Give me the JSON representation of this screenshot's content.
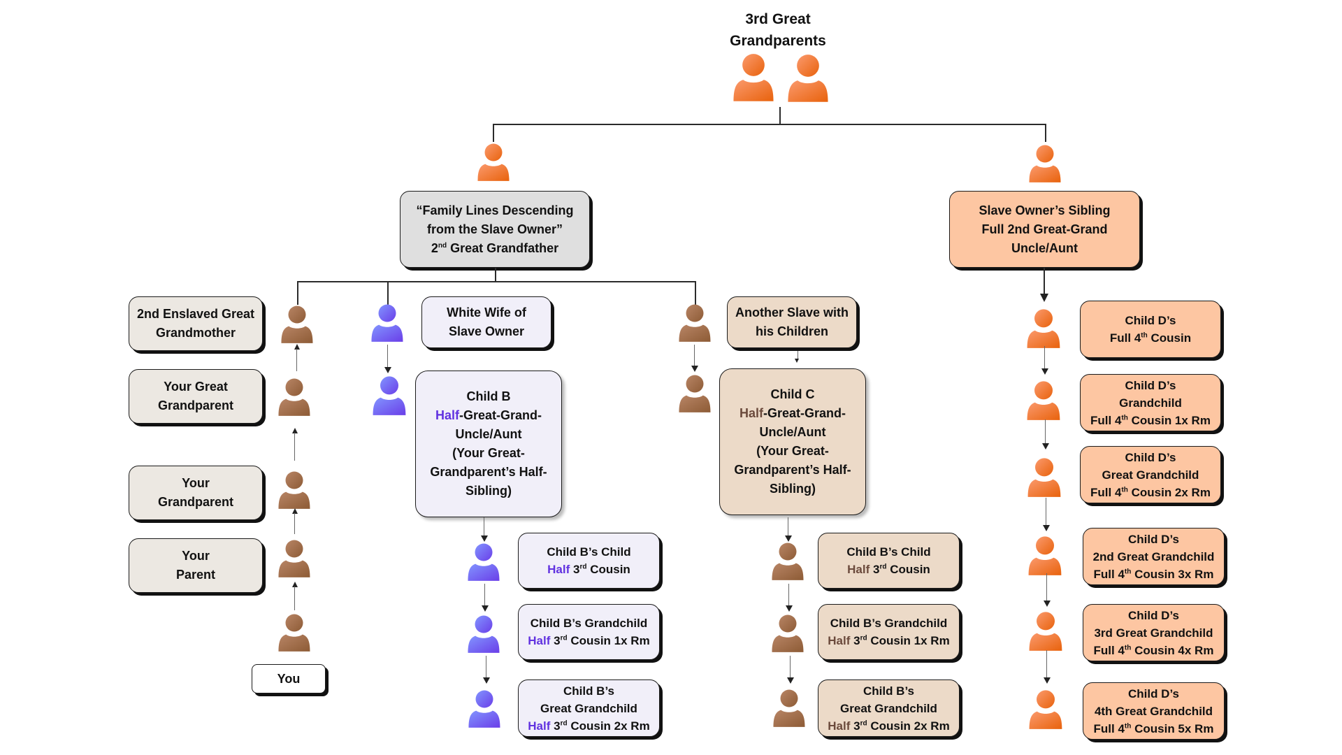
{
  "title": {
    "line1": "3rd Great",
    "line2": "Grandparents"
  },
  "colors": {
    "orange_person": "#f26a1f",
    "brown_person": "#9a6a47",
    "blue_person": "#6e6af5",
    "grey_box": "#dfdfdf",
    "peach_box": "#fdc6a2",
    "tan_box": "#ecdac8",
    "lavender_box": "#f1eff9",
    "half_blue_text": "#6132e0",
    "half_brown_text": "#6b4a3c"
  },
  "slave_owner_box": {
    "line1": "“Family Lines Descending",
    "line2": "from the Slave Owner”",
    "line3_prefix": "2",
    "line3_sup": "nd",
    "line3_rest": " Great Grandfather"
  },
  "sibling_box": {
    "line1": "Slave Owner’s Sibling",
    "line2": "Full 2nd Great-Grand",
    "line3": "Uncle/Aunt"
  },
  "direct_line": {
    "enslaved_gg": {
      "line1": "2nd Enslaved Great",
      "line2": "Grandmother"
    },
    "great_grandparent": {
      "line1": "Your Great",
      "line2": "Grandparent"
    },
    "grandparent": {
      "line1": "Your",
      "line2": "Grandparent"
    },
    "parent": {
      "line1": "Your",
      "line2": "Parent"
    },
    "you": "You"
  },
  "white_wife": {
    "line1": "White Wife of",
    "line2": "Slave Owner"
  },
  "child_b": {
    "line1": "Child B",
    "half": "Half",
    "line2_rest": "-Great-Grand-",
    "line3": "Uncle/Aunt",
    "line4": "(Your Great-",
    "line5": "Grandparent’s Half-",
    "line6": "Sibling)"
  },
  "child_b_descendants": [
    {
      "line1": "Child B’s Child",
      "half": "Half",
      "num": "3",
      "sup": "rd",
      "rest": " Cousin"
    },
    {
      "line1": "Child B’s Grandchild",
      "half": "Half",
      "num": "3",
      "sup": "rd",
      "rest": " Cousin 1x Rm"
    },
    {
      "line1": "Child B’s",
      "line1b": "Great Grandchild",
      "half": "Half",
      "num": "3",
      "sup": "rd",
      "rest": " Cousin 2x Rm"
    }
  ],
  "another_slave": {
    "line1": "Another Slave with",
    "line2": "his Children"
  },
  "child_c": {
    "line1": "Child C",
    "half": "Half",
    "line2_rest": "-Great-Grand-",
    "line3": "Uncle/Aunt",
    "line4": "(Your Great-",
    "line5": "Grandparent’s Half-",
    "line6": "Sibling)"
  },
  "child_c_descendants": [
    {
      "line1": "Child B’s Child",
      "half": "Half",
      "num": "3",
      "sup": "rd",
      "rest": " Cousin"
    },
    {
      "line1": "Child B’s Grandchild",
      "half": "Half",
      "num": "3",
      "sup": "rd",
      "rest": " Cousin 1x Rm"
    },
    {
      "line1": "Child B’s",
      "line1b": "Great Grandchild",
      "half": "Half",
      "num": "3",
      "sup": "rd",
      "rest": " Cousin 2x Rm"
    }
  ],
  "child_d_descendants": [
    {
      "line1": "Child D’s",
      "line2": "",
      "prefix": "Full 4",
      "sup": "th",
      "rest": " Cousin"
    },
    {
      "line1": "Child D’s",
      "line2": "Grandchild",
      "prefix": "Full 4",
      "sup": "th",
      "rest": " Cousin 1x Rm"
    },
    {
      "line1": "Child D’s",
      "line2": "Great Grandchild",
      "prefix": "Full 4",
      "sup": "th",
      "rest": " Cousin 2x Rm"
    },
    {
      "line1": "Child D’s",
      "line2": "2nd Great Grandchild",
      "prefix": "Full 4",
      "sup": "th",
      "rest": " Cousin 3x Rm"
    },
    {
      "line1": "Child D’s",
      "line2": "3rd Great Grandchild",
      "prefix": "Full 4",
      "sup": "th",
      "rest": " Cousin 4x Rm"
    },
    {
      "line1": "Child D’s",
      "line2": "4th Great Grandchild",
      "prefix": "Full 4",
      "sup": "th",
      "rest": " Cousin 5x Rm"
    }
  ]
}
